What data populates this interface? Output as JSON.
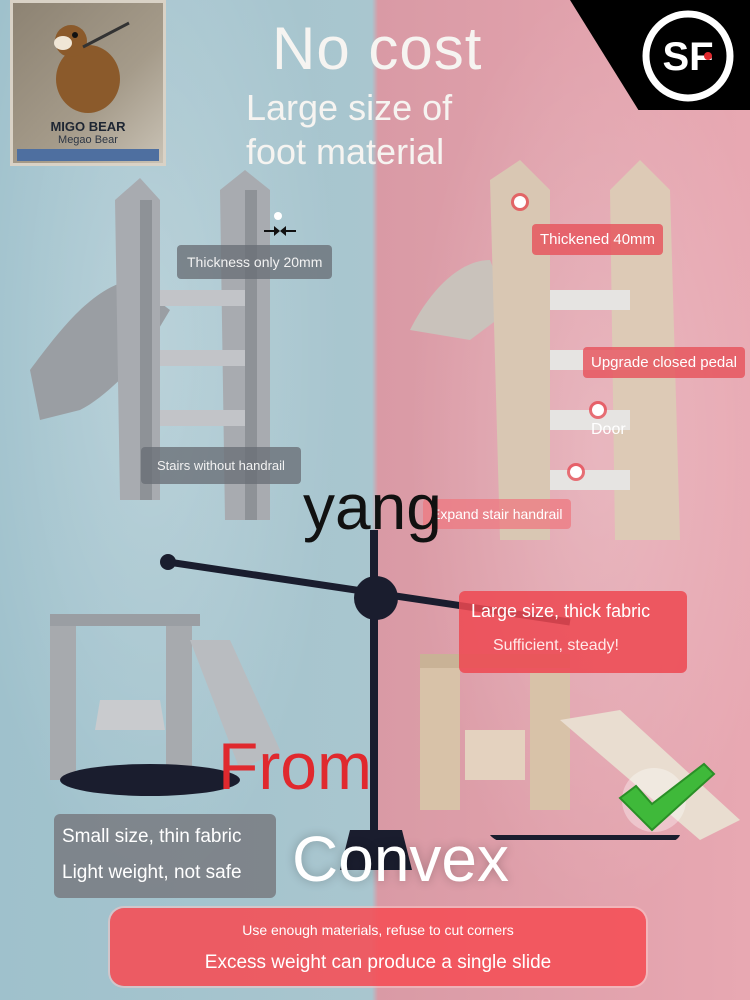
{
  "brand": {
    "name": "MIGO BEAR",
    "sub": "Megao Bear"
  },
  "courier_logo": "SF",
  "headline": "No cost",
  "subheadline": "Large size of foot material",
  "labels_left": {
    "thickness": "Thickness only 20mm",
    "stairs": "Stairs without handrail"
  },
  "labels_right": {
    "thickened": "Thickened 40mm",
    "pedal": "Upgrade closed pedal",
    "door": "Door",
    "handrail": "Expand stair handrail"
  },
  "overlay_words": {
    "yang": "yang",
    "from": "From",
    "convex": "Convex"
  },
  "left_box": {
    "line1": "Small size, thin fabric",
    "line2": "Light weight, not safe"
  },
  "right_box": {
    "line1": "Large size, thick fabric",
    "line2": "Sufficient, steady!"
  },
  "banner": {
    "line1": "Use enough materials, refuse to cut corners",
    "line2": "Excess weight can produce a single slide"
  },
  "icons": {
    "check": "check-mark-icon",
    "compare_arrows": "arrows-inward-icon"
  },
  "colors": {
    "accent_red": "#e6535b",
    "left_bg": "#a9c6cf",
    "right_bg": "#e8a8b2"
  }
}
